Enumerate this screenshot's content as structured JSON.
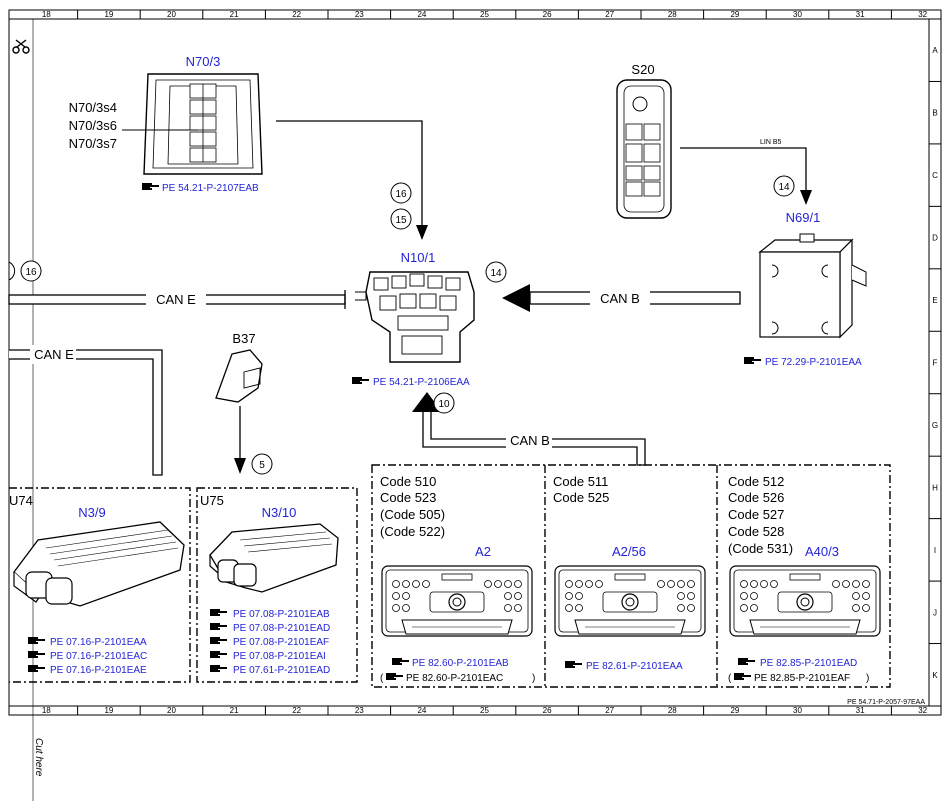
{
  "grid": {
    "columns": [
      "18",
      "19",
      "20",
      "21",
      "22",
      "23",
      "24",
      "25",
      "26",
      "27",
      "28",
      "29",
      "30",
      "31",
      "32"
    ],
    "rows": [
      "A",
      "B",
      "C",
      "D",
      "E",
      "F",
      "G",
      "H",
      "I",
      "J",
      "K"
    ]
  },
  "components": {
    "n70_3": {
      "code": "N70/3",
      "sub1": "N70/3s4",
      "sub2": "N70/3s6",
      "sub3": "N70/3s7",
      "ref": "PE 54.21-P-2107EAB"
    },
    "s20": {
      "code": "S20"
    },
    "n69_1": {
      "code": "N69/1",
      "ref": "PE 72.29-P-2101EAA"
    },
    "n10_1": {
      "code": "N10/1",
      "ref": "PE 54.21-P-2106EAA"
    },
    "b37": {
      "code": "B37"
    },
    "u74": {
      "code": "U74",
      "name": "N3/9",
      "refs": [
        "PE 07.16-P-2101EAA",
        "PE 07.16-P-2101EAC",
        "PE 07.16-P-2101EAE"
      ]
    },
    "u75": {
      "code": "U75",
      "name": "N3/10",
      "refs": [
        "PE 07.08-P-2101EAB",
        "PE 07.08-P-2101EAD",
        "PE 07.08-P-2101EAF",
        "PE 07.08-P-2101EAI",
        "PE 07.61-P-2101EAD"
      ]
    },
    "a2": {
      "codes": [
        "Code 510",
        "Code 523",
        "(Code 505)",
        "(Code 522)"
      ],
      "name": "A2",
      "ref1": "PE 82.60-P-2101EAB",
      "ref2": "PE 82.60-P-2101EAC"
    },
    "a2_56": {
      "codes": [
        "Code 511",
        "Code 525"
      ],
      "name": "A2/56",
      "ref1": "PE 82.61-P-2101EAA"
    },
    "a40_3": {
      "codes": [
        "Code 512",
        "Code 526",
        "Code 527",
        "Code 528",
        "(Code 531)"
      ],
      "name": "A40/3",
      "ref1": "PE 82.85-P-2101EAD",
      "ref2": "PE 82.85-P-2101EAF"
    }
  },
  "buses": {
    "can_e_top": "CAN E",
    "can_e_left": "CAN E",
    "can_b_right": "CAN B",
    "can_b_bottom": "CAN B",
    "lin": "LIN B5"
  },
  "markers": {
    "m16_left": "16",
    "m16": "16",
    "m15": "15",
    "m14_s20": "14",
    "m14_canb": "14",
    "m10": "10",
    "m5": "5"
  },
  "footer": {
    "doc_ref": "PE 54.71-P-2057-97EAA",
    "cut_here": "Cut here"
  },
  "icons": [
    "scissors-icon",
    "pointing-hand-icon"
  ]
}
